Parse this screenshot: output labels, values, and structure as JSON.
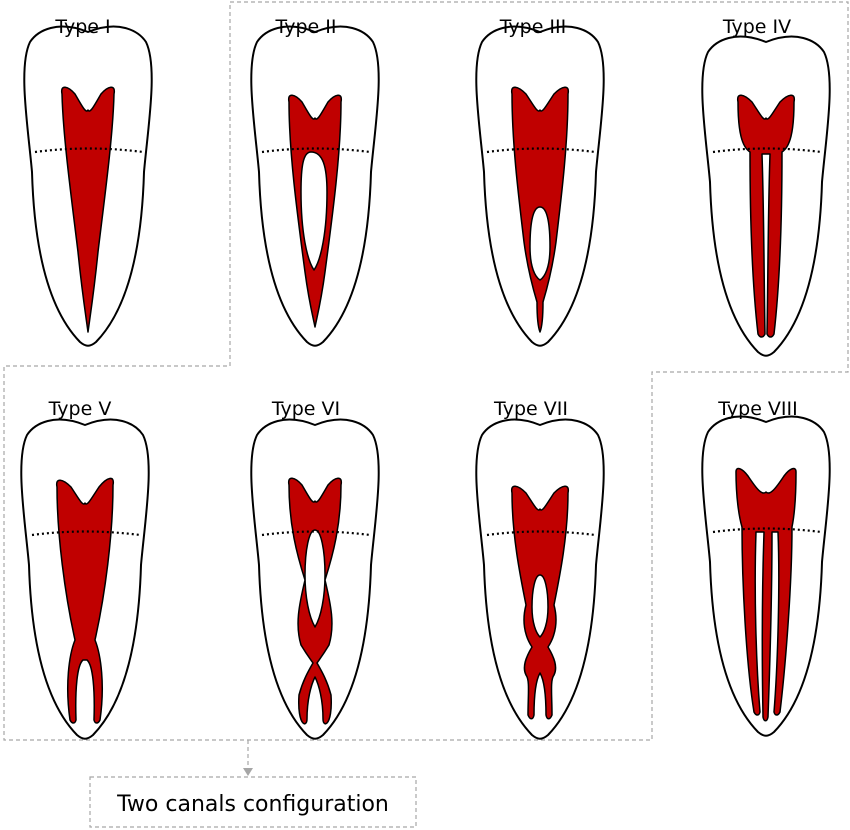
{
  "types": [
    {
      "label": "Type I"
    },
    {
      "label": "Type II"
    },
    {
      "label": "Type III"
    },
    {
      "label": "Type IV"
    },
    {
      "label": "Type V"
    },
    {
      "label": "Type VI"
    },
    {
      "label": "Type VII"
    },
    {
      "label": "Type VIII"
    }
  ],
  "caption": "Two canals configuration",
  "colors": {
    "canal": "#c00000",
    "outline": "#000000",
    "frame": "#a6a6a6"
  }
}
